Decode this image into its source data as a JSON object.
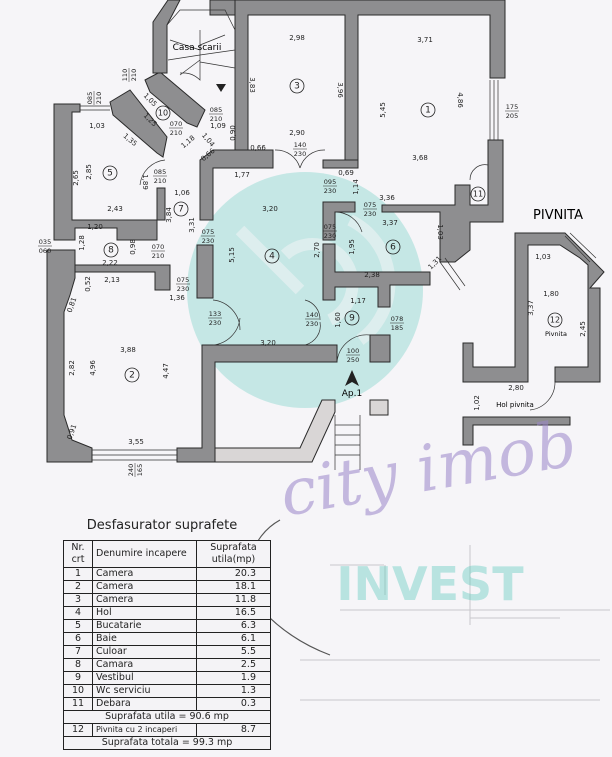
{
  "plan": {
    "stairs_label": "Casa scarii",
    "basement_title": "PIVNITA",
    "entrance_label": "Ap.1",
    "basement_room_label": "Pivnita",
    "basement_hall_label": "Hol pivnita",
    "rooms": [
      "1",
      "2",
      "3",
      "4",
      "5",
      "6",
      "7",
      "8",
      "9",
      "10",
      "11",
      "12"
    ],
    "dims": [
      "2,98",
      "3,83",
      "3,96",
      "2,90",
      "0,66",
      "1,77",
      "3,20",
      "3,71",
      "5,45",
      "4,86",
      "3,68",
      "0,69",
      "1,14",
      "3,36",
      "3,37",
      "1,03",
      "1,05",
      "1,25",
      "1,09",
      "0,90",
      "1,18",
      "1,04",
      "0,66",
      "1,03",
      "1,35",
      "2,65",
      "2,85",
      "1,89",
      "1,06",
      "2,43",
      "3,84",
      "3,31",
      "1,20",
      "1,28",
      "0,98",
      "2,22",
      "2,13",
      "0,52",
      "1,36",
      "0,81",
      "5,15",
      "2,70",
      "1,95",
      "2,38",
      "1,31",
      "1,17",
      "1,60",
      "3,88",
      "3,20",
      "2,82",
      "4,96",
      "4,47",
      "0,91",
      "3,55",
      "1,03",
      "1,80",
      "3,37",
      "2,45",
      "2,80",
      "1,02"
    ],
    "doors": [
      {
        "w": "140",
        "h": "230"
      },
      {
        "w": "095",
        "h": "230"
      },
      {
        "w": "075",
        "h": "230"
      },
      {
        "w": "175",
        "h": "205"
      },
      {
        "w": "075",
        "h": "230"
      },
      {
        "w": "110",
        "h": "210"
      },
      {
        "w": "085",
        "h": "210"
      },
      {
        "w": "070",
        "h": "210"
      },
      {
        "w": "085",
        "h": "210"
      },
      {
        "w": "085",
        "h": "210"
      },
      {
        "w": "075",
        "h": "230"
      },
      {
        "w": "070",
        "h": "210"
      },
      {
        "w": "035",
        "h": "060"
      },
      {
        "w": "075",
        "h": "230"
      },
      {
        "w": "133",
        "h": "230"
      },
      {
        "w": "140",
        "h": "230"
      },
      {
        "w": "078",
        "h": "185"
      },
      {
        "w": "100",
        "h": "250"
      },
      {
        "w": "240",
        "h": "165"
      }
    ]
  },
  "watermark": {
    "line1": "city imob",
    "line2": "INVEST",
    "teal": "#5cc9bd",
    "purple": "#9b86c9"
  },
  "table": {
    "title": "Desfasurator suprafete",
    "headers": {
      "nr": "Nr. crt",
      "name": "Denumire incapere",
      "area": "Suprafata utila(mp)"
    },
    "rows": [
      {
        "nr": "1",
        "name": "Camera",
        "area": "20.3"
      },
      {
        "nr": "2",
        "name": "Camera",
        "area": "18.1"
      },
      {
        "nr": "3",
        "name": "Camera",
        "area": "11.8"
      },
      {
        "nr": "4",
        "name": "Hol",
        "area": "16.5"
      },
      {
        "nr": "5",
        "name": "Bucatarie",
        "area": "6.3"
      },
      {
        "nr": "6",
        "name": "Baie",
        "area": "6.1"
      },
      {
        "nr": "7",
        "name": "Culoar",
        "area": "5.5"
      },
      {
        "nr": "8",
        "name": "Camara",
        "area": "2.5"
      },
      {
        "nr": "9",
        "name": "Vestibul",
        "area": "1.9"
      },
      {
        "nr": "10",
        "name": "Wc serviciu",
        "area": "1.3"
      },
      {
        "nr": "11",
        "name": "Debara",
        "area": "0.3"
      }
    ],
    "useful_total": "Suprafata utila = 90.6 mp",
    "basement_row": {
      "nr": "12",
      "name": "Pivnita cu 2 incaperi",
      "area": "8.7"
    },
    "grand_total": "Suprafata totala = 99.3 mp"
  }
}
